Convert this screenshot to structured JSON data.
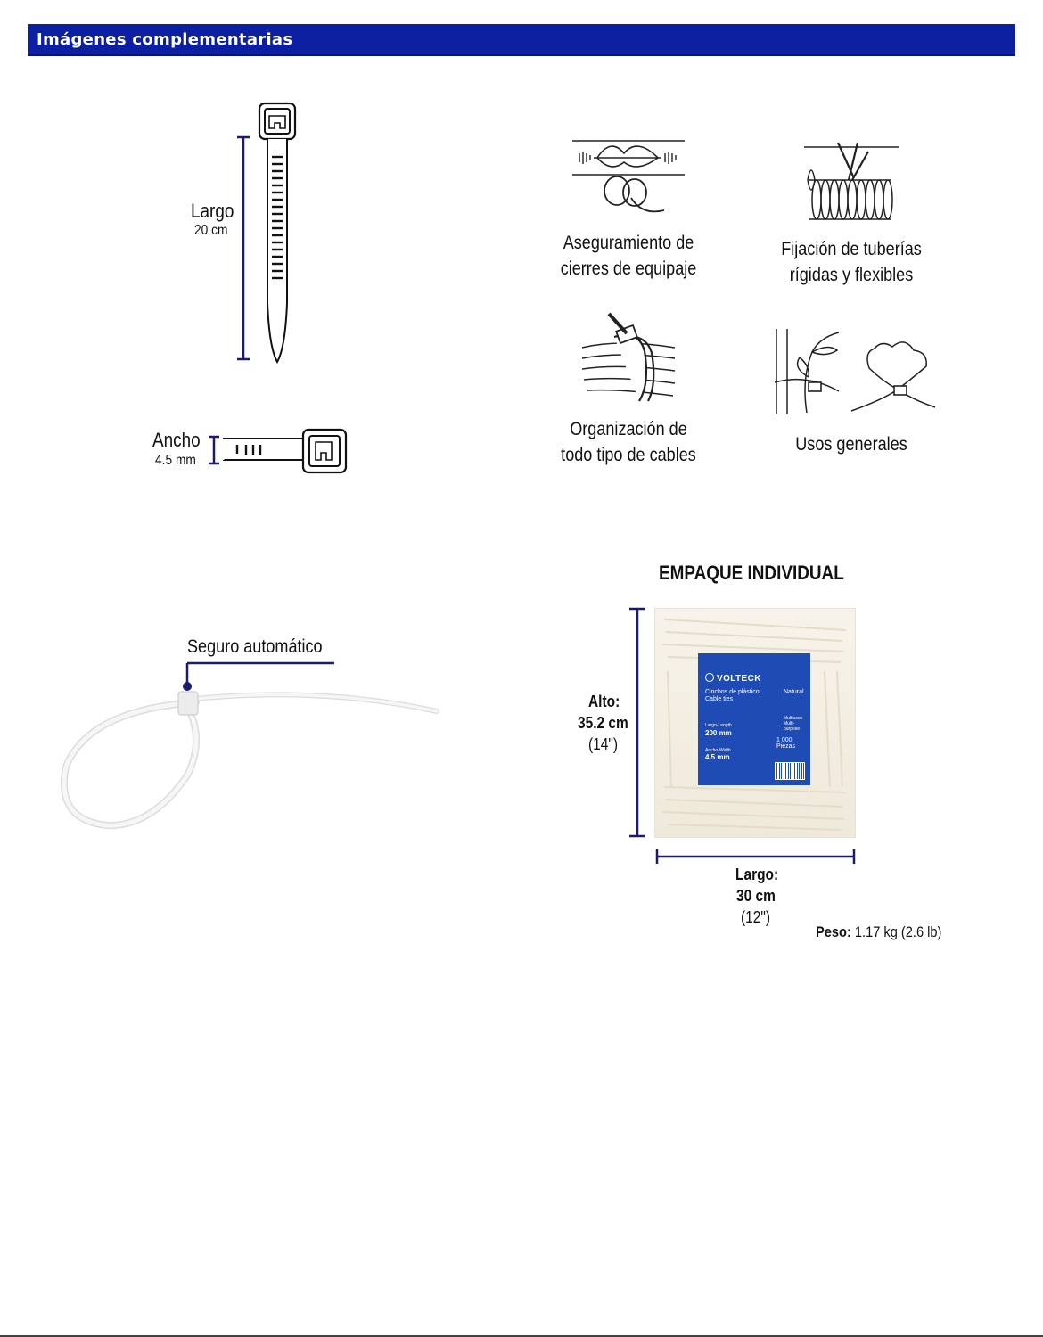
{
  "header": {
    "title": "Imágenes complementarias"
  },
  "tie_dimensions": {
    "largo_label": "Largo",
    "largo_value": "20 cm",
    "ancho_label": "Ancho",
    "ancho_value": "4.5 mm"
  },
  "uses": [
    {
      "line1": "Aseguramiento de",
      "line2": "cierres de equipaje",
      "icon": "luggage-zipper-icon"
    },
    {
      "line1": "Fijación de tuberías",
      "line2": "rígidas y flexibles",
      "icon": "pipe-fixing-icon"
    },
    {
      "line1": "Organización de",
      "line2": "todo tipo de cables",
      "icon": "cable-bundle-icon"
    },
    {
      "line1": "Usos generales",
      "line2": "",
      "icon": "general-use-icon"
    }
  ],
  "lock": {
    "label": "Seguro automático"
  },
  "package": {
    "title": "EMPAQUE INDIVIDUAL",
    "alto_label": "Alto:",
    "alto_value": "35.2 cm",
    "alto_in": "(14\")",
    "largo_label": "Largo:",
    "largo_value": "30 cm",
    "largo_in": "(12\")",
    "peso_label": "Peso:",
    "peso_value": "1.17 kg (2.6 lb)",
    "bag": {
      "brand": "VOLTECK",
      "product_es": "Cinchos de plástico",
      "product_en": "Cable ties",
      "color": "Natural",
      "length_caption": "Largo·Length",
      "length_value": "200 mm",
      "width_caption": "Ancho·Width",
      "width_value": "4.5 mm",
      "qty_value": "1 000 Piezas",
      "use_es": "Multiusos",
      "use_en": "Multi-purpose"
    }
  },
  "colors": {
    "accent": "#0b1fa0",
    "dimension_line": "#1a1a6e",
    "bag_blue": "#1f4bb5"
  }
}
